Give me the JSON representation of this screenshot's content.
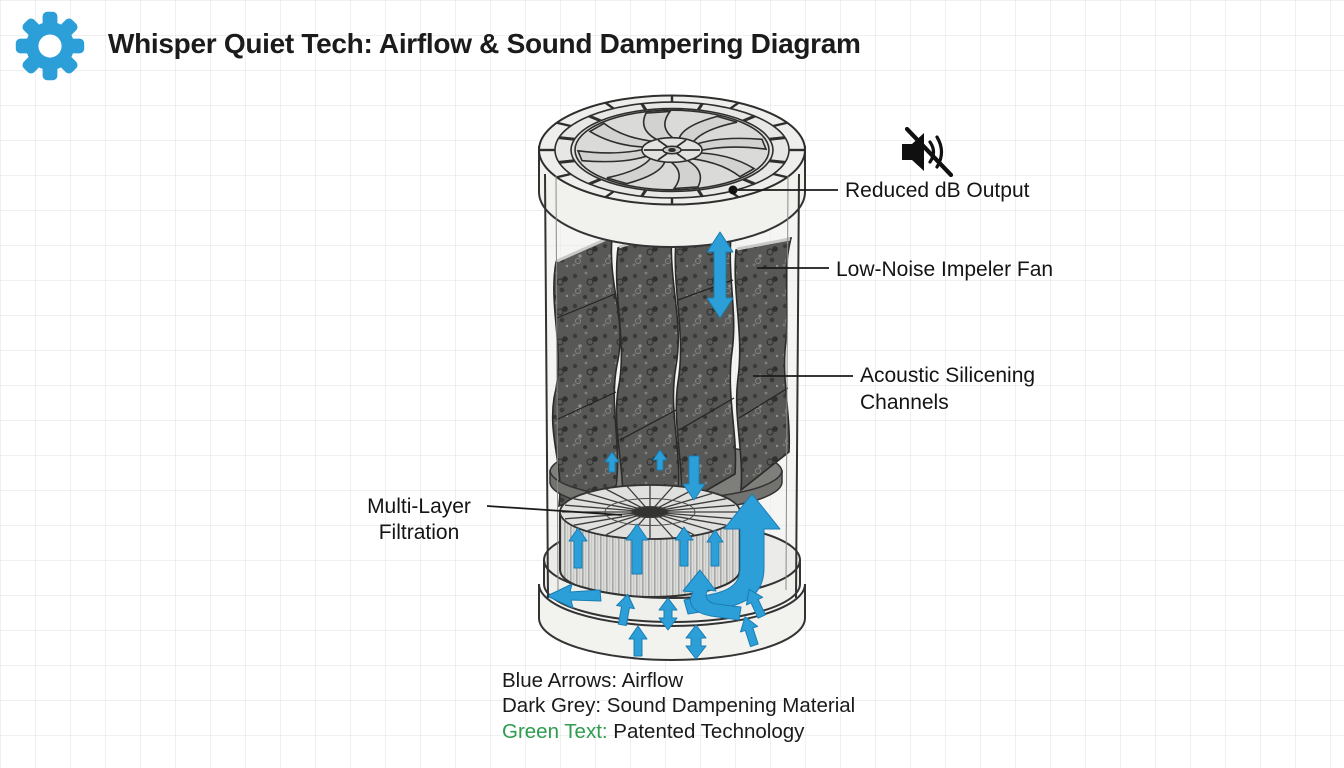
{
  "header": {
    "title": "Whisper Quiet Tech: Airflow & Sound Dampering Diagram"
  },
  "callouts": {
    "reduced_db": {
      "label": "Reduced dB Output"
    },
    "impeller": {
      "label": "Low-Noise Impeler Fan"
    },
    "acoustic": {
      "line1": "Acoustic Silicening",
      "line2": "Channels"
    },
    "filtration": {
      "line1": "Multi-Layer",
      "line2": "Filtration"
    }
  },
  "legend": {
    "blue_line": "Blue Arrows: Airflow",
    "grey_line": "Dark Grey: Sound Dampening Material",
    "green_label": "Green Text:",
    "green_rest": " Patented Technology"
  },
  "icons": {
    "gear": "gear-icon",
    "muted_speaker": "muted-speaker-icon"
  },
  "colors": {
    "accent_blue": "#2d9fd8",
    "legend_green": "#2e9c4f",
    "dampening_grey": "#585856"
  }
}
